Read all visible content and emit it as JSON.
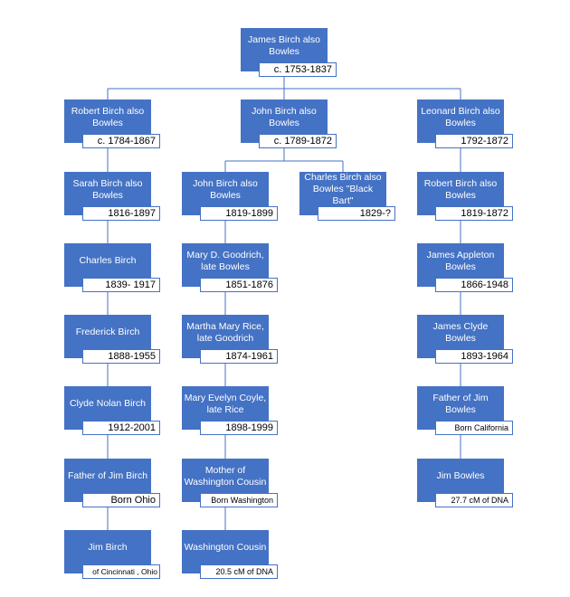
{
  "colors": {
    "box": "#4472c4",
    "line": "#4472c4",
    "date_border": "#4472c4",
    "name_text": "#ffffff"
  },
  "tree": {
    "root": {
      "name": "James Birch also Bowles",
      "dates": "c. 1753-1837"
    },
    "left_branch": [
      {
        "name": "Robert Birch also Bowles",
        "dates": "c. 1784-1867"
      },
      {
        "name": "Sarah Birch also Bowles",
        "dates": "1816-1897"
      },
      {
        "name": "Charles Birch",
        "dates": "1839- 1917"
      },
      {
        "name": "Frederick Birch",
        "dates": "1888-1955"
      },
      {
        "name": "Clyde Nolan Birch",
        "dates": "1912-2001"
      },
      {
        "name": "Father of Jim Birch",
        "dates": "Born Ohio"
      },
      {
        "name": "Jim Birch",
        "dates": "of Cincinnati , Ohio"
      }
    ],
    "middle_parent": {
      "name": "John Birch also Bowles",
      "dates": "c. 1789-1872"
    },
    "middle_branch": [
      {
        "name": "John Birch also Bowles",
        "dates": "1819-1899"
      },
      {
        "name": "Mary D. Goodrich, late Bowles",
        "dates": "1851-1876"
      },
      {
        "name": "Martha Mary Rice, late Goodrich",
        "dates": "1874-1961"
      },
      {
        "name": "Mary Evelyn Coyle, late Rice",
        "dates": "1898-1999"
      },
      {
        "name": "Mother of Washington Cousin",
        "dates": "Born Washington"
      },
      {
        "name": "Washington Cousin",
        "dates": "20.5 cM of DNA"
      }
    ],
    "middle_side": {
      "name": "Charles Birch also Bowles \"Black Bart\"",
      "dates": "1829-?"
    },
    "right_branch": [
      {
        "name": "Leonard Birch also Bowles",
        "dates": "1792-1872"
      },
      {
        "name": "Robert Birch also Bowles",
        "dates": "1819-1872"
      },
      {
        "name": "James Appleton Bowles",
        "dates": "1866-1948"
      },
      {
        "name": "James Clyde Bowles",
        "dates": "1893-1964"
      },
      {
        "name": "Father of Jim Bowles",
        "dates": "Born California"
      },
      {
        "name": "Jim Bowles",
        "dates": "27.7 cM of DNA"
      }
    ]
  }
}
